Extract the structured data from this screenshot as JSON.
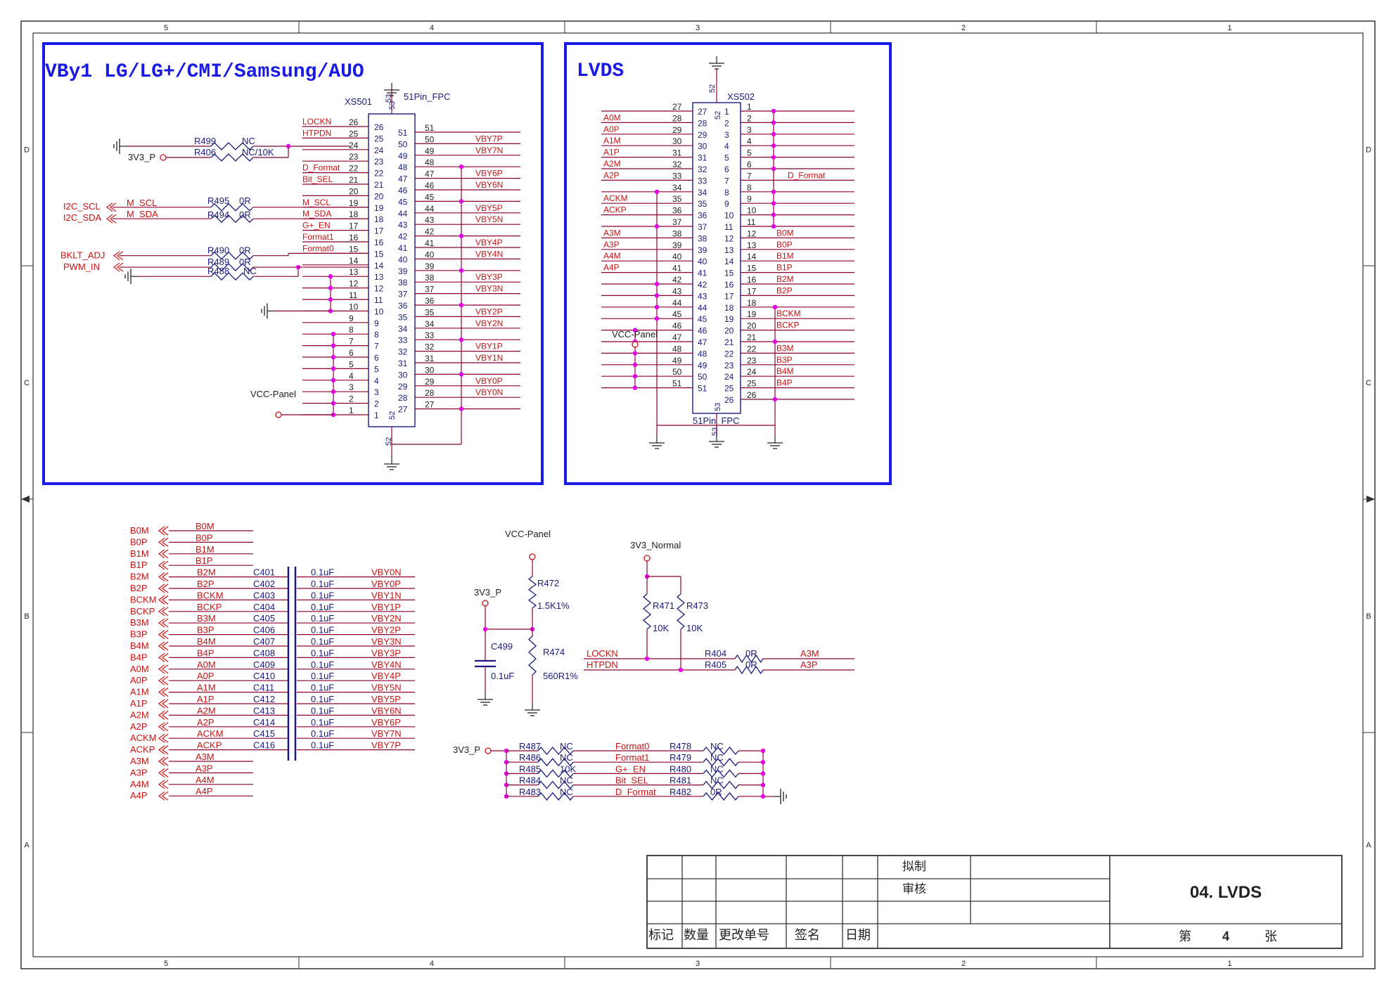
{
  "colors": {
    "frame": "#333333",
    "box": "#1a1ae6",
    "title": "#1a1ae6",
    "net": "#cc1111",
    "wire": "#8b0033",
    "pin": "#1a1a80",
    "junction": "#e600e6",
    "ref": "#1a1a80",
    "text": "#222222"
  },
  "zones": {
    "top": [
      "5",
      "4",
      "3",
      "2",
      "1"
    ],
    "side": [
      "D",
      "C",
      "B",
      "A"
    ]
  },
  "vby1": {
    "title": "VBy1 LG/LG+/CMI/Samsung/AUO",
    "ref": "XS501",
    "part": "51Pin_FPC",
    "pin52": "52",
    "pin53": "53",
    "left_nets": [
      {
        "pin": "26",
        "net": "LOCKN"
      },
      {
        "pin": "25",
        "net": "HTPDN"
      },
      {
        "pin": "24",
        "net": ""
      },
      {
        "pin": "23",
        "net": ""
      },
      {
        "pin": "22",
        "net": "D_Format"
      },
      {
        "pin": "21",
        "net": "Bit_SEL"
      },
      {
        "pin": "20",
        "net": ""
      },
      {
        "pin": "19",
        "net": "M_SCL"
      },
      {
        "pin": "18",
        "net": "M_SDA"
      },
      {
        "pin": "17",
        "net": "G+_EN"
      },
      {
        "pin": "16",
        "net": "Format1"
      },
      {
        "pin": "15",
        "net": "Format0"
      },
      {
        "pin": "14",
        "net": ""
      },
      {
        "pin": "13",
        "net": ""
      },
      {
        "pin": "12",
        "net": ""
      },
      {
        "pin": "11",
        "net": ""
      },
      {
        "pin": "10",
        "net": ""
      },
      {
        "pin": "9",
        "net": ""
      },
      {
        "pin": "8",
        "net": ""
      },
      {
        "pin": "7",
        "net": ""
      },
      {
        "pin": "6",
        "net": ""
      },
      {
        "pin": "5",
        "net": ""
      },
      {
        "pin": "4",
        "net": ""
      },
      {
        "pin": "3",
        "net": ""
      },
      {
        "pin": "2",
        "net": ""
      },
      {
        "pin": "1",
        "net": ""
      }
    ],
    "right_nets": [
      {
        "pin": "51",
        "net": ""
      },
      {
        "pin": "50",
        "net": "VBY7P"
      },
      {
        "pin": "49",
        "net": "VBY7N"
      },
      {
        "pin": "48",
        "net": ""
      },
      {
        "pin": "47",
        "net": "VBY6P"
      },
      {
        "pin": "46",
        "net": "VBY6N"
      },
      {
        "pin": "45",
        "net": ""
      },
      {
        "pin": "44",
        "net": "VBY5P"
      },
      {
        "pin": "43",
        "net": "VBY5N"
      },
      {
        "pin": "42",
        "net": ""
      },
      {
        "pin": "41",
        "net": "VBY4P"
      },
      {
        "pin": "40",
        "net": "VBY4N"
      },
      {
        "pin": "39",
        "net": ""
      },
      {
        "pin": "38",
        "net": "VBY3P"
      },
      {
        "pin": "37",
        "net": "VBY3N"
      },
      {
        "pin": "36",
        "net": ""
      },
      {
        "pin": "35",
        "net": "VBY2P"
      },
      {
        "pin": "34",
        "net": "VBY2N"
      },
      {
        "pin": "33",
        "net": ""
      },
      {
        "pin": "32",
        "net": "VBY1P"
      },
      {
        "pin": "31",
        "net": "VBY1N"
      },
      {
        "pin": "30",
        "net": ""
      },
      {
        "pin": "29",
        "net": "VBY0P"
      },
      {
        "pin": "28",
        "net": "VBY0N"
      },
      {
        "pin": "27",
        "net": ""
      }
    ],
    "resistors": [
      {
        "ref": "R499",
        "val": "NC"
      },
      {
        "ref": "R406",
        "val": "NC/10K"
      },
      {
        "ref": "R495",
        "val": "0R"
      },
      {
        "ref": "R494",
        "val": "0R"
      },
      {
        "ref": "R490",
        "val": "0R"
      },
      {
        "ref": "R489",
        "val": "0R"
      },
      {
        "ref": "R488",
        "val": "NC"
      }
    ],
    "ports": {
      "v3": "3V3_P",
      "scl": "I2C_SCL",
      "sda": "I2C_SDA",
      "bklt": "BKLT_ADJ",
      "pwm": "PWM_IN",
      "vcc": "VCC-Panel"
    }
  },
  "lvds": {
    "title": "LVDS",
    "ref": "XS502",
    "part": "51Pin_FPC",
    "pin52": "52",
    "pin53": "53",
    "left_nets": [
      {
        "pin": "27",
        "net": ""
      },
      {
        "pin": "28",
        "net": "A0M"
      },
      {
        "pin": "29",
        "net": "A0P"
      },
      {
        "pin": "30",
        "net": "A1M"
      },
      {
        "pin": "31",
        "net": "A1P"
      },
      {
        "pin": "32",
        "net": "A2M"
      },
      {
        "pin": "33",
        "net": "A2P"
      },
      {
        "pin": "34",
        "net": ""
      },
      {
        "pin": "35",
        "net": "ACKM"
      },
      {
        "pin": "36",
        "net": "ACKP"
      },
      {
        "pin": "37",
        "net": ""
      },
      {
        "pin": "38",
        "net": "A3M"
      },
      {
        "pin": "39",
        "net": "A3P"
      },
      {
        "pin": "40",
        "net": "A4M"
      },
      {
        "pin": "41",
        "net": "A4P"
      },
      {
        "pin": "42",
        "net": ""
      },
      {
        "pin": "43",
        "net": ""
      },
      {
        "pin": "44",
        "net": ""
      },
      {
        "pin": "45",
        "net": ""
      },
      {
        "pin": "46",
        "net": ""
      },
      {
        "pin": "47",
        "net": ""
      },
      {
        "pin": "48",
        "net": ""
      },
      {
        "pin": "49",
        "net": ""
      },
      {
        "pin": "50",
        "net": ""
      },
      {
        "pin": "51",
        "net": ""
      }
    ],
    "right_nets": [
      {
        "pin": "1",
        "net": ""
      },
      {
        "pin": "2",
        "net": ""
      },
      {
        "pin": "3",
        "net": ""
      },
      {
        "pin": "4",
        "net": ""
      },
      {
        "pin": "5",
        "net": ""
      },
      {
        "pin": "6",
        "net": ""
      },
      {
        "pin": "7",
        "net": "D_Format"
      },
      {
        "pin": "8",
        "net": ""
      },
      {
        "pin": "9",
        "net": ""
      },
      {
        "pin": "10",
        "net": ""
      },
      {
        "pin": "11",
        "net": ""
      },
      {
        "pin": "12",
        "net": "B0M"
      },
      {
        "pin": "13",
        "net": "B0P"
      },
      {
        "pin": "14",
        "net": "B1M"
      },
      {
        "pin": "15",
        "net": "B1P"
      },
      {
        "pin": "16",
        "net": "B2M"
      },
      {
        "pin": "17",
        "net": "B2P"
      },
      {
        "pin": "18",
        "net": ""
      },
      {
        "pin": "19",
        "net": "BCKM"
      },
      {
        "pin": "20",
        "net": "BCKP"
      },
      {
        "pin": "21",
        "net": ""
      },
      {
        "pin": "22",
        "net": "B3M"
      },
      {
        "pin": "23",
        "net": "B3P"
      },
      {
        "pin": "24",
        "net": "B4M"
      },
      {
        "pin": "25",
        "net": "B4P"
      },
      {
        "pin": "26",
        "net": ""
      }
    ],
    "vcc": "VCC-Panel"
  },
  "caps": {
    "ports": [
      "B0M",
      "B0P",
      "B1M",
      "B1P",
      "B2M",
      "B2P",
      "BCKM",
      "BCKP",
      "B3M",
      "B3P",
      "B4M",
      "B4P",
      "A0M",
      "A0P",
      "A1M",
      "A1P",
      "A2M",
      "A2P",
      "ACKM",
      "ACKP",
      "A3M",
      "A3P",
      "A4M",
      "A4P"
    ],
    "value": "0.1uF",
    "rows": [
      {
        "net": "B2M",
        "ref": "C401",
        "vby": "VBY0N"
      },
      {
        "net": "B2P",
        "ref": "C402",
        "vby": "VBY0P"
      },
      {
        "net": "BCKM",
        "ref": "C403",
        "vby": "VBY1N"
      },
      {
        "net": "BCKP",
        "ref": "C404",
        "vby": "VBY1P"
      },
      {
        "net": "B3M",
        "ref": "C405",
        "vby": "VBY2N"
      },
      {
        "net": "B3P",
        "ref": "C406",
        "vby": "VBY2P"
      },
      {
        "net": "B4M",
        "ref": "C407",
        "vby": "VBY3N"
      },
      {
        "net": "B4P",
        "ref": "C408",
        "vby": "VBY3P"
      },
      {
        "net": "A0M",
        "ref": "C409",
        "vby": "VBY4N"
      },
      {
        "net": "A0P",
        "ref": "C410",
        "vby": "VBY4P"
      },
      {
        "net": "A1M",
        "ref": "C411",
        "vby": "VBY5N"
      },
      {
        "net": "A1P",
        "ref": "C412",
        "vby": "VBY5P"
      },
      {
        "net": "A2M",
        "ref": "C413",
        "vby": "VBY6N"
      },
      {
        "net": "A2P",
        "ref": "C414",
        "vby": "VBY6P"
      },
      {
        "net": "ACKM",
        "ref": "C415",
        "vby": "VBY7N"
      },
      {
        "net": "ACKP",
        "ref": "C416",
        "vby": "VBY7P"
      }
    ],
    "plain_top": [
      "B0M",
      "B0P",
      "B1M",
      "B1P"
    ],
    "plain_bottom": [
      "A3M",
      "A3P",
      "A4M",
      "A4P"
    ]
  },
  "divider": {
    "vcc": "VCC-Panel",
    "v3": "3V3_P",
    "r472": "R472",
    "r472v": "1.5K1%",
    "r474": "R474",
    "r474v": "560R1%",
    "c499": "C499",
    "c499v": "0.1uF"
  },
  "lock": {
    "supply": "3V3_Normal",
    "r471": "R471",
    "r473": "R473",
    "rv": "10K",
    "lockn": "LOCKN",
    "htpdn": "HTPDN",
    "r404": "R404",
    "r405": "R405",
    "zero": "0R",
    "a3m": "A3M",
    "a3p": "A3P"
  },
  "straps": {
    "v3": "3V3_P",
    "rows": [
      {
        "rl": "R487",
        "vl": "NC",
        "net": "Format0",
        "rr": "R478",
        "vr": "NC"
      },
      {
        "rl": "R486",
        "vl": "NC",
        "net": "Format1",
        "rr": "R479",
        "vr": "NC"
      },
      {
        "rl": "R485",
        "vl": "10K",
        "net": "G+_EN",
        "rr": "R480",
        "vr": "NC"
      },
      {
        "rl": "R484",
        "vl": "NC",
        "net": "Bit_SEL",
        "rr": "R481",
        "vr": "NC"
      },
      {
        "rl": "R483",
        "vl": "NC",
        "net": "D_Format",
        "rr": "R482",
        "vr": "0R"
      }
    ]
  },
  "title_block": {
    "draft": "拟制",
    "review": "审核",
    "name": "04. LVDS",
    "mark": "标记",
    "qty": "数量",
    "change": "更改单号",
    "sign": "签名",
    "date": "日期",
    "sheet_pre": "第",
    "sheet_no": "4",
    "sheet_post": "张"
  }
}
